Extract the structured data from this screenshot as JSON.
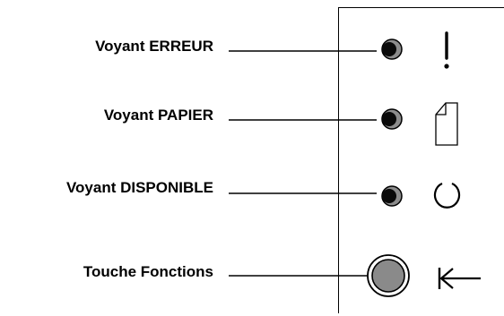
{
  "labels": {
    "error_led": "Voyant ERREUR",
    "paper_led": "Voyant PAPIER",
    "ready_led": "Voyant DISPONIBLE",
    "function_key": "Touche Fonctions"
  },
  "symbols": {
    "error": "exclamation-icon",
    "paper": "paper-sheet-icon",
    "ready": "open-circle-icon",
    "function": "arrow-left-bar-icon"
  },
  "colors": {
    "led_inner": "#0a0a0a",
    "led_ring": "#8c8c8c",
    "button_fill": "#8a8a8a",
    "line": "#000000"
  }
}
